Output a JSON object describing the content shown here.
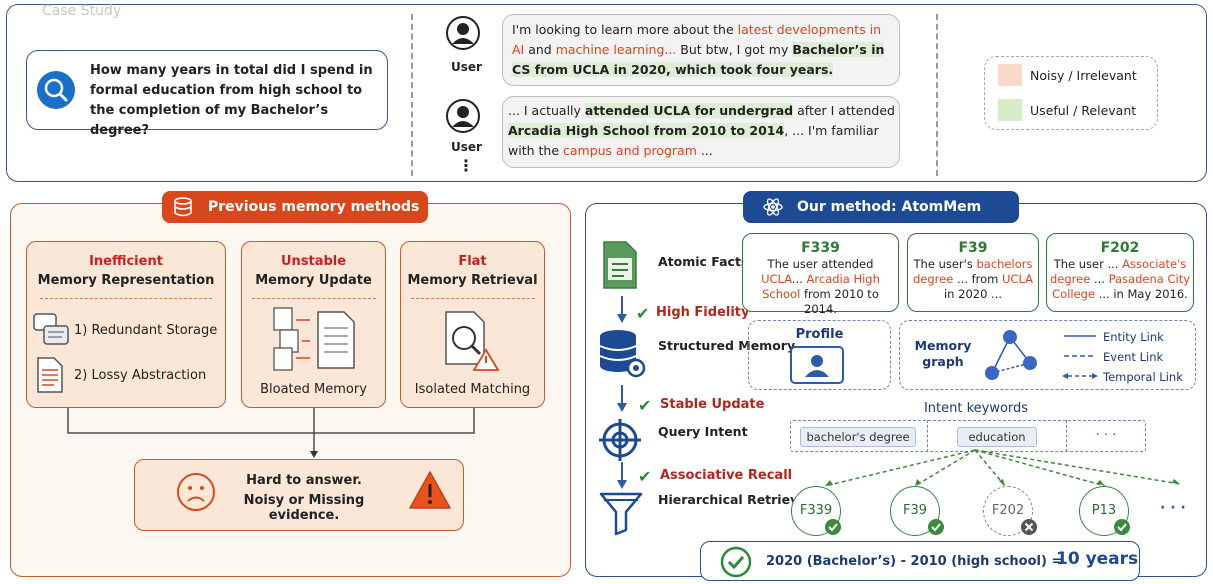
{
  "case": {
    "label": "Case Study"
  },
  "question": {
    "text": "How many years in total did I spend in formal education from high school to the completion of my Bachelor’s degree?"
  },
  "chat": {
    "user_label": "User",
    "msg1": {
      "p1": "I'm looking to learn more about the ",
      "r1": "latest developments in AI",
      "p2": " and ",
      "r2": "machine learning...",
      "p3": " But btw, I got my ",
      "g1": "Bachelor’s in CS from UCLA in 2020, which took four years."
    },
    "msg2": {
      "p1": "... I actually ",
      "g1": "attended UCLA for undergrad",
      "p2": " after I attended ",
      "g2": "Arcadia High School from 2010 to 2014",
      "p3": ", ... I'm familiar with the ",
      "r1": "campus and program",
      "p4": " ..."
    },
    "ellipsis": "⋮"
  },
  "legend": {
    "noisy": "Noisy / Irrelevant",
    "useful": "Useful / Relevant",
    "noisy_color": "#fbd9c8",
    "useful_color": "#d7ecc9"
  },
  "previous": {
    "title": "Previous memory methods",
    "cards": [
      {
        "head1": "Inefficient",
        "head2": "Memory Representation",
        "items": [
          "1) Redundant Storage",
          "2) Lossy Abstraction"
        ]
      },
      {
        "head1": "Unstable",
        "head2": "Memory Update",
        "caption": "Bloated Memory"
      },
      {
        "head1": "Flat",
        "head2": "Memory Retrieval",
        "caption": "Isolated Matching"
      }
    ],
    "result": {
      "line1": "Hard to answer.",
      "line2": "Noisy or Missing evidence."
    }
  },
  "ours": {
    "title": "Our method: AtomMem",
    "steps": {
      "atomic": "Atomic Facts",
      "structured": "Structured Memory",
      "query": "Query Intent",
      "hier": "Hierarchical Retrieval"
    },
    "checks": {
      "fidelity": "High Fidelity",
      "update": "Stable Update",
      "recall": "Associative Recall"
    },
    "facts": [
      {
        "id": "F339",
        "t1": "The user attended ",
        "r1": "UCLA",
        "t2": "... ",
        "r2": "Arcadia High School",
        "t3": " from 2010 to 2014."
      },
      {
        "id": "F39",
        "t1": "The user's ",
        "r1": "bachelors degree",
        "t2": " ... from ",
        "r2": "UCLA",
        "t3": " in 2020 ..."
      },
      {
        "id": "F202",
        "t1": "The user ... ",
        "r1": "Associate's degree",
        "t2": " ... ",
        "r2": "Pasadena City College",
        "t3": " ... in May 2016."
      }
    ],
    "profile": "Profile",
    "memory_graph": "Memory graph",
    "links": {
      "entity": "Entity Link",
      "event": "Event Link",
      "temporal": "Temporal Link"
    },
    "intent_title": "Intent keywords",
    "keywords": [
      "bachelor's degree",
      "education",
      "· · ·"
    ],
    "nodes": [
      {
        "id": "F339",
        "status": "ok"
      },
      {
        "id": "F39",
        "status": "ok"
      },
      {
        "id": "F202",
        "status": "reject"
      },
      {
        "id": "P13",
        "status": "ok"
      }
    ],
    "more": "· · ·",
    "answer": {
      "text": "2020 (Bachelor’s) - 2010 (high school) =",
      "value": "10 years"
    }
  }
}
